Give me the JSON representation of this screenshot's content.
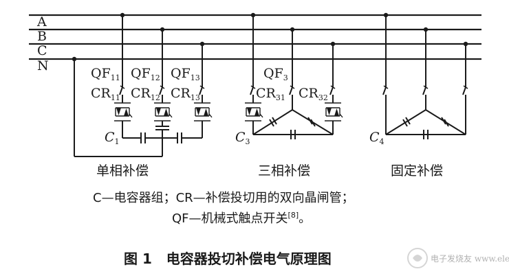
{
  "buses": [
    "A",
    "B",
    "C",
    "N"
  ],
  "single_phase": {
    "switches": [
      {
        "qf": "QF",
        "qf_sub": "11",
        "cr": "CR",
        "cr_sub": "11"
      },
      {
        "qf": "QF",
        "qf_sub": "12",
        "cr": "CR",
        "cr_sub": "12"
      },
      {
        "qf": "QF",
        "qf_sub": "13",
        "cr": "CR",
        "cr_sub": "13"
      }
    ],
    "cap": "C",
    "cap_sub": "1",
    "caption": "单相补偿"
  },
  "three_phase": {
    "qf": "QF",
    "qf_sub": "3",
    "cr_left": "CR",
    "cr_left_sub": "31",
    "cr_right": "CR",
    "cr_right_sub": "32",
    "cap": "C",
    "cap_sub": "3",
    "caption": "三相补偿"
  },
  "fixed": {
    "cap": "C",
    "cap_sub": "4",
    "caption": "固定补偿"
  },
  "legend_line1": "C—电容器组；CR—补偿投切用的双向晶闸管；",
  "legend_line2_main": "QF—机械式触点开关",
  "legend_line2_ref": "[8]",
  "legend_line2_end": "。",
  "figure_title": "图 1   电容器投切补偿电气原理图",
  "watermark": "电子发烧友 www.elecfans.com"
}
